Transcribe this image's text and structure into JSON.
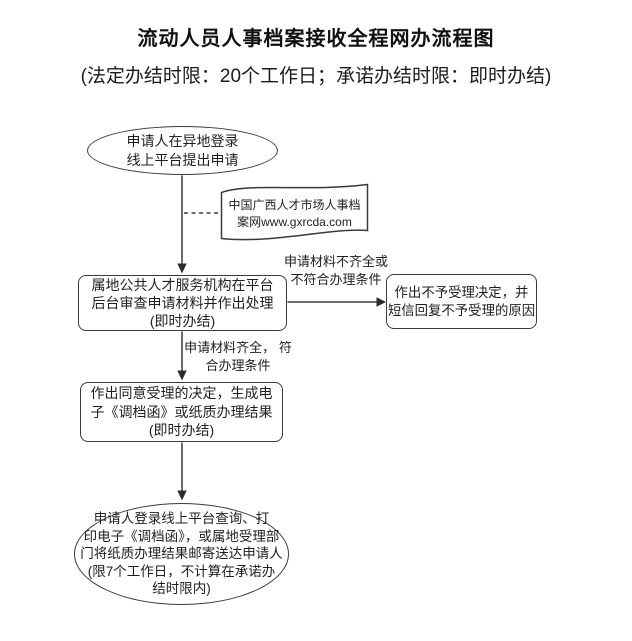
{
  "page": {
    "title": "流动人员人事档案接收全程网办流程图",
    "subtitle": "(法定办结时限：20个工作日；承诺办结时限：即时办结)"
  },
  "colors": {
    "line": "#3a3a3a",
    "text": "#1f1f1f",
    "background": "#ffffff"
  },
  "flowchart": {
    "start_ellipse": {
      "lines": [
        "申请人在异地登录",
        "线上平台提出申请"
      ]
    },
    "website_note": {
      "lines": [
        "中国广西人才市场人事档",
        "案网www.gxrcda.com"
      ]
    },
    "review_box": {
      "lines": [
        "属地公共人才服务机构在平台",
        "后台审查申请材料并作出处理",
        "(即时办结)"
      ]
    },
    "reject_branch_label": {
      "lines": [
        "申请材料不齐全或",
        "不符合办理条件"
      ]
    },
    "reject_box": {
      "lines": [
        "作出不予受理决定，并",
        "短信回复不予受理的原因"
      ]
    },
    "accept_branch_label": {
      "lines": [
        "申请材料齐全，",
        "符合办理条件"
      ]
    },
    "accept_box": {
      "lines": [
        "作出同意受理的决定，生成电",
        "子《调档函》或纸质办理结果",
        "(即时办结)"
      ]
    },
    "end_ellipse": {
      "lines": [
        "申请人登录线上平台查询、打",
        "印电子《调档函》，或属地受理部",
        "门将纸质办理结果邮寄送达申请人",
        "(限7个工作日，不计算在承诺办",
        "结时限内)"
      ]
    }
  }
}
